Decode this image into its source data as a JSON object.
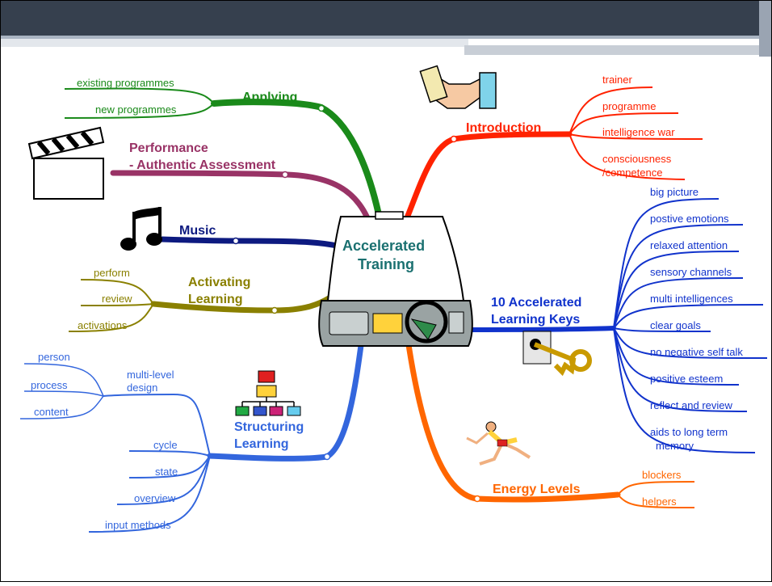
{
  "colors": {
    "header_bar": "#36404e",
    "applying": "#1a8a1a",
    "performance": "#993366",
    "music": "#0d1a80",
    "activating": "#8a8000",
    "structuring": "#3366dd",
    "introduction": "#ff2200",
    "keys": "#1133cc",
    "energy": "#ff6600",
    "center_text": "#1a7070"
  },
  "center": {
    "title_line1": "Accelerated",
    "title_line2": "Training"
  },
  "applying": {
    "title": "Applying",
    "items": [
      "existing programmes",
      "new programmes"
    ]
  },
  "performance": {
    "title_line1": "Performance",
    "title_line2": "- Authentic Assessment"
  },
  "music": {
    "title": "Music"
  },
  "activating": {
    "title_line1": "Activating",
    "title_line2": "Learning",
    "items": [
      "perform",
      "review",
      "activations"
    ]
  },
  "structuring": {
    "title_line1": "Structuring",
    "title_line2": "Learning",
    "multilevel_line1": "multi-level",
    "multilevel_line2": "design",
    "sub_items": [
      "person",
      "process",
      "content"
    ],
    "items": [
      "cycle",
      "state",
      "overview",
      "input methods"
    ]
  },
  "introduction": {
    "title": "Introduction",
    "items": [
      "trainer",
      "programme",
      "intelligence war"
    ],
    "last_line1": "consciousness",
    "last_line2": "/competence"
  },
  "keys": {
    "title_line1": "10 Accelerated",
    "title_line2": "Learning Keys",
    "items": [
      "big picture",
      "postive emotions",
      "relaxed attention",
      "sensory channels",
      "multi intelligences",
      "clear goals",
      "no negative self talk",
      "positive esteem",
      "reflect and review"
    ],
    "last_line1": "aids to long term",
    "last_line2": "memory"
  },
  "energy": {
    "title": "Energy Levels",
    "items": [
      "blockers",
      "helpers"
    ]
  },
  "icons": [
    "clapperboard-icon",
    "music-notes-icon",
    "handshake-icon",
    "key-icon",
    "runner-icon",
    "org-chart-icon",
    "car-dashboard-icon"
  ]
}
